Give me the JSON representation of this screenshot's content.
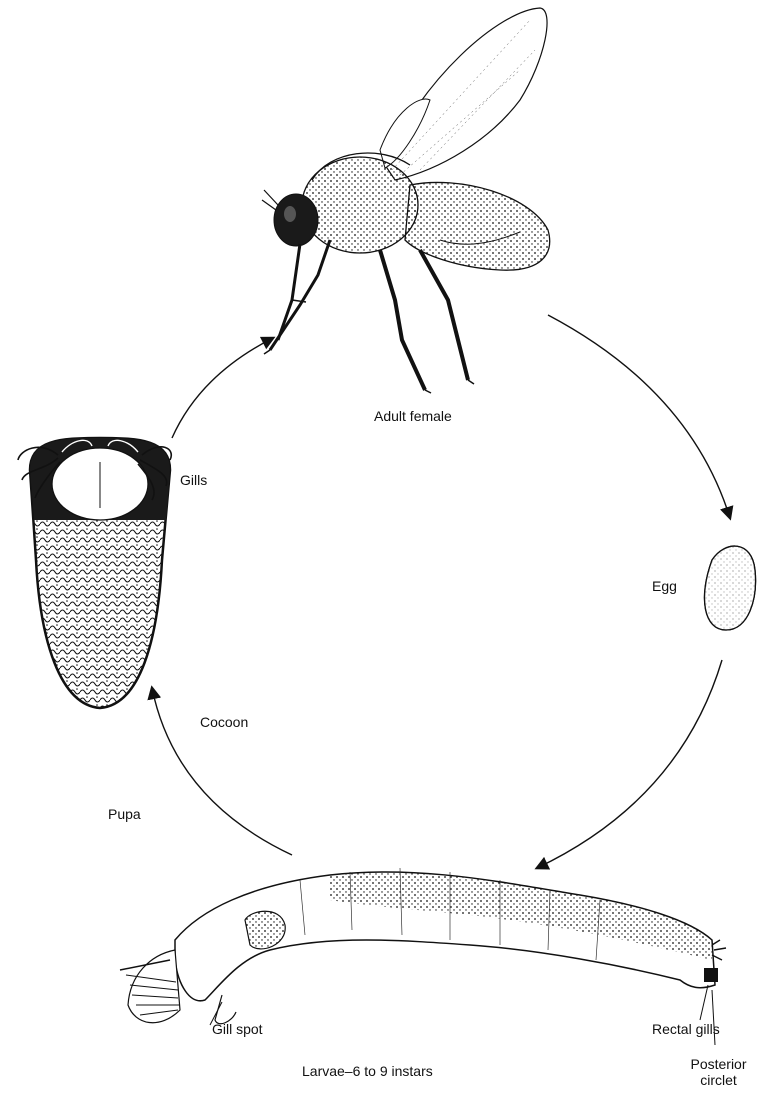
{
  "labels": {
    "adult_female": "Adult female",
    "egg": "Egg",
    "gills": "Gills",
    "cocoon": "Cocoon",
    "pupa": "Pupa",
    "gill_spot": "Gill spot",
    "rectal_gills": "Rectal gills",
    "larvae": "Larvae–6 to 9 instars",
    "posterior_circlet_line1": "Posterior",
    "posterior_circlet_line2": "circlet"
  },
  "colors": {
    "ink": "#111111",
    "background": "#ffffff"
  }
}
